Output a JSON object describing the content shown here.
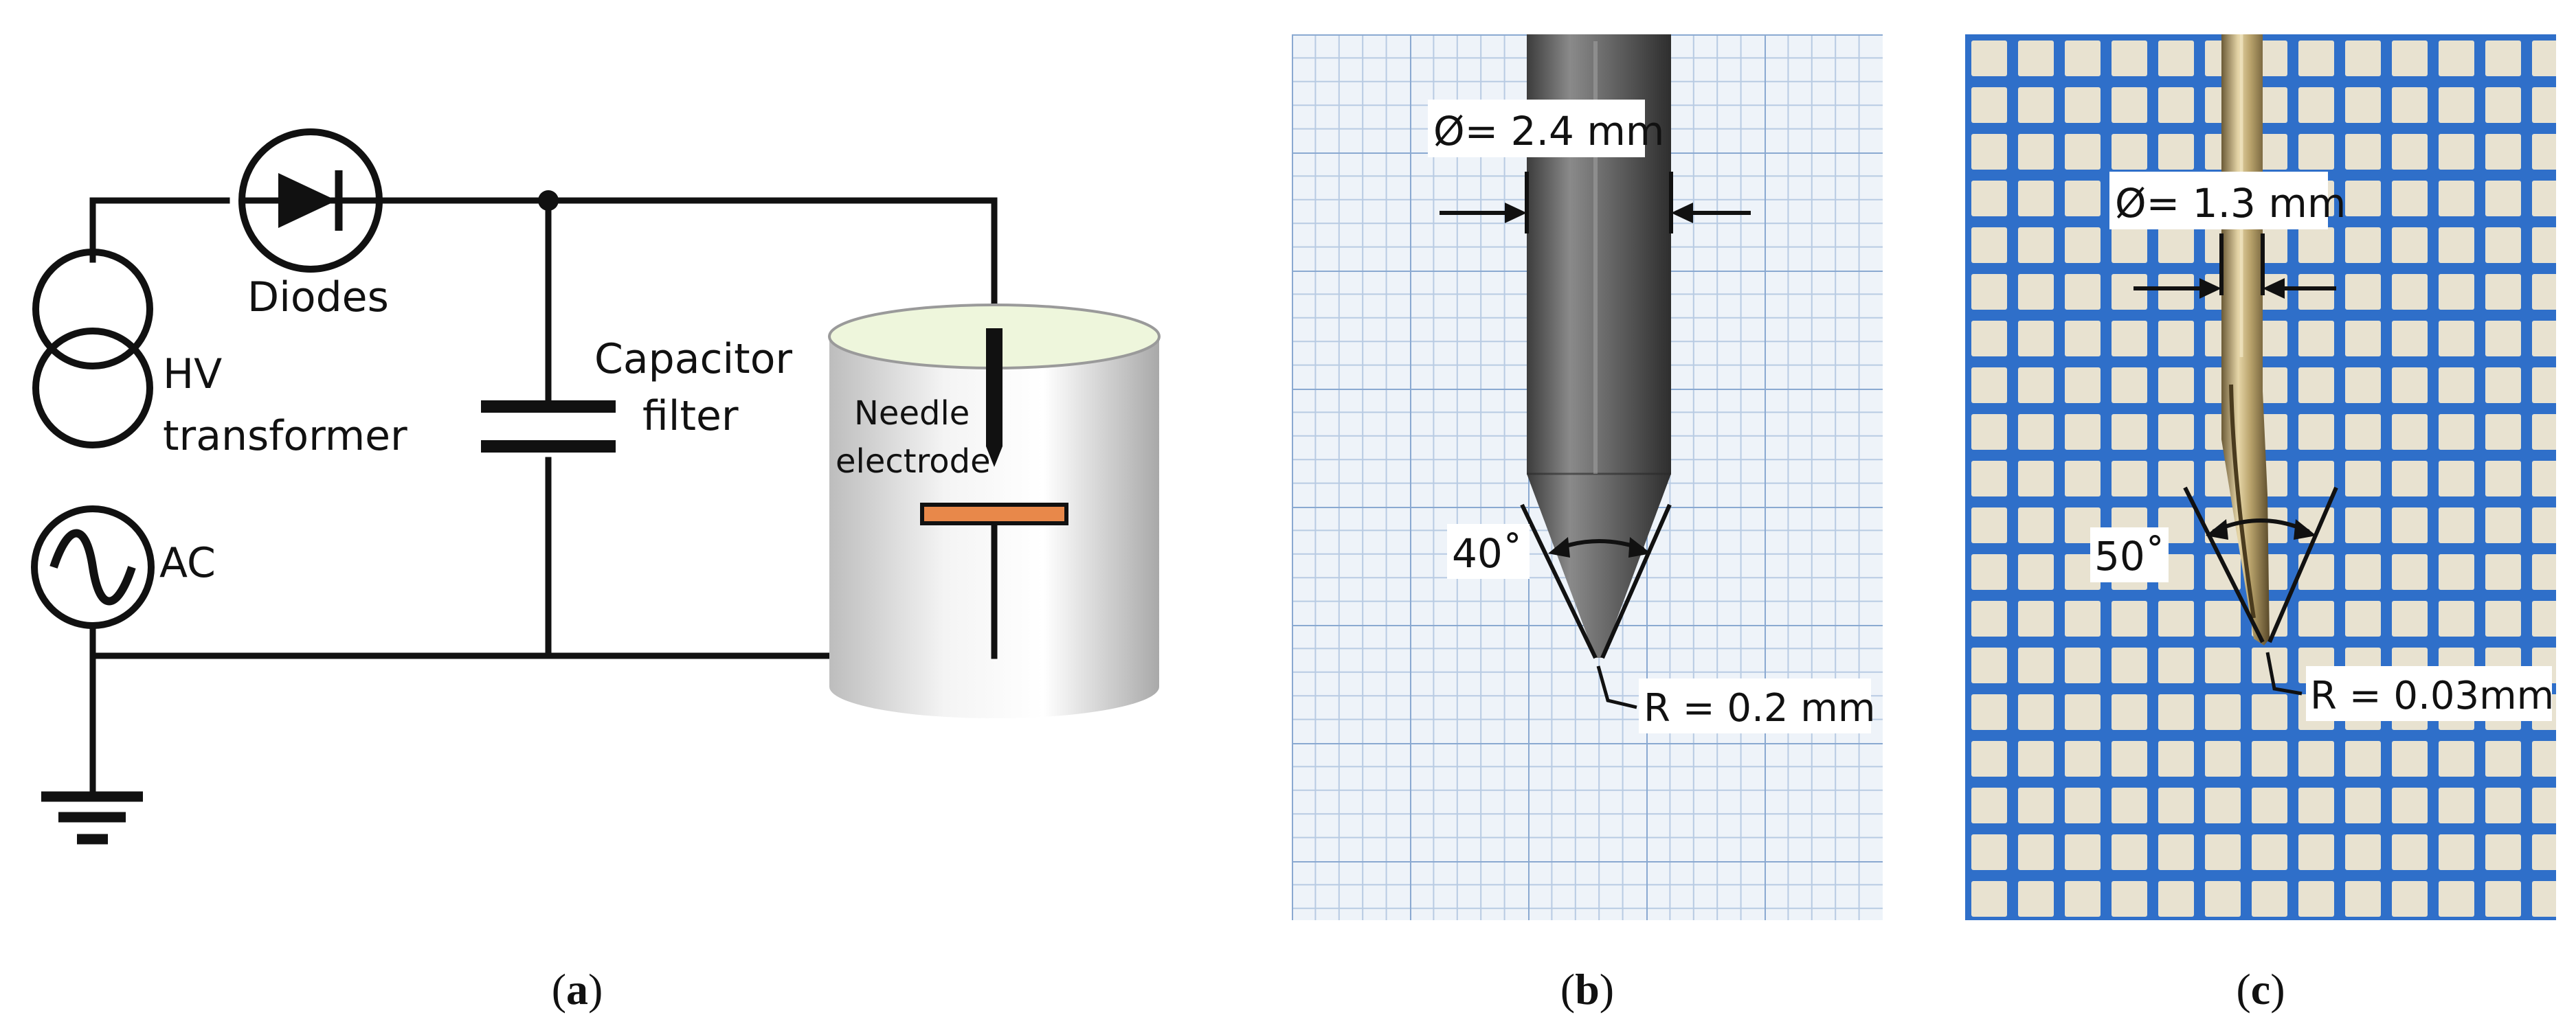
{
  "panel_a": {
    "labels": {
      "diodes": "Diodes",
      "hv": "HV",
      "transformer": "transformer",
      "ac": "AC",
      "capacitor": "Capacitor",
      "filter": "filter",
      "needle": "Needle",
      "electrode": "electrode"
    },
    "caption_open": "(",
    "caption_letter": "a",
    "caption_close": ")"
  },
  "panel_b": {
    "diameter": "Ø= 2.4 mm",
    "angle": "40˚",
    "radius": "R = 0.2 mm",
    "caption_open": "(",
    "caption_letter": "b",
    "caption_close": ")"
  },
  "panel_c": {
    "diameter": "Ø= 1.3 mm",
    "angle": "50˚",
    "radius": "R = 0.03mm",
    "caption_open": "(",
    "caption_letter": "c",
    "caption_close": ")"
  },
  "colors": {
    "wire": "#111111",
    "plate": "#e8884a",
    "cylinder_top": "#eef6dc",
    "grid_paper_b": "#eef3f9",
    "grid_paper_c": "#2f6fc9"
  }
}
